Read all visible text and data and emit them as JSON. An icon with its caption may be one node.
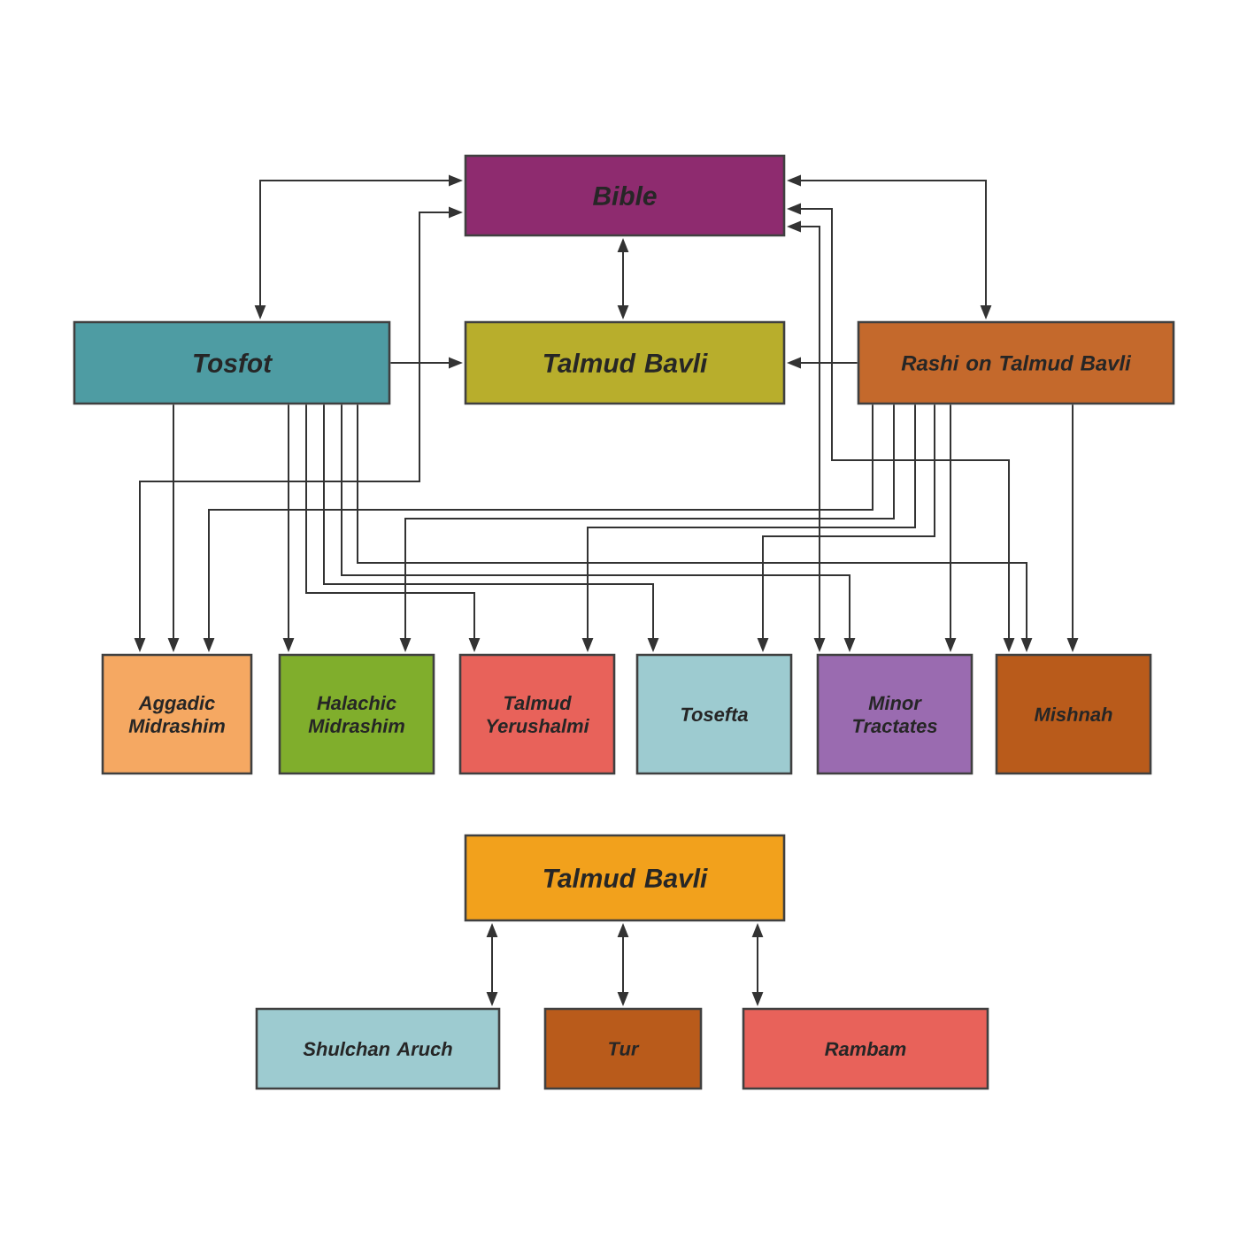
{
  "diagram": {
    "nodes": [
      {
        "text": [
          "Bible"
        ]
      },
      {
        "text": [
          "Tosfot"
        ]
      },
      {
        "text": [
          "Talmud Bavli"
        ]
      },
      {
        "text": [
          "Rashi on Talmud Bavli"
        ]
      },
      {
        "text": [
          "Aggadic Midrashim"
        ]
      },
      {
        "text": [
          "Halachic Midrashim"
        ]
      },
      {
        "text": [
          "Talmud Yerushalmi"
        ]
      },
      {
        "text": [
          "Tosefta"
        ]
      },
      {
        "text": [
          "Minor Tractates"
        ]
      },
      {
        "text": [
          "Mishnah"
        ]
      },
      {
        "text": [
          "Talmud Bavli"
        ]
      },
      {
        "text": [
          "Shulchan Aruch"
        ]
      },
      {
        "text": [
          "Tur"
        ]
      },
      {
        "text": [
          "Rambam"
        ]
      }
    ],
    "edges": [
      {
        "from": 1,
        "to": 0,
        "arrow": "both"
      },
      {
        "from": 0,
        "to": 2,
        "arrow": "both"
      },
      {
        "from": 3,
        "to": 0,
        "arrow": "both"
      },
      {
        "from": 1,
        "to": 2,
        "arrow": "to"
      },
      {
        "from": 3,
        "to": 2,
        "arrow": "to"
      },
      {
        "from": 1,
        "to": 4,
        "arrow": "to"
      },
      {
        "from": 0,
        "to": 4,
        "arrow": "both"
      },
      {
        "from": 3,
        "to": 4,
        "arrow": "to"
      },
      {
        "from": 1,
        "to": 5,
        "arrow": "to"
      },
      {
        "from": 3,
        "to": 5,
        "arrow": "to"
      },
      {
        "from": 1,
        "to": 6,
        "arrow": "to"
      },
      {
        "from": 3,
        "to": 6,
        "arrow": "to"
      },
      {
        "from": 1,
        "to": 7,
        "arrow": "to"
      },
      {
        "from": 3,
        "to": 7,
        "arrow": "to"
      },
      {
        "from": 0,
        "to": 8,
        "arrow": "both"
      },
      {
        "from": 1,
        "to": 8,
        "arrow": "to"
      },
      {
        "from": 3,
        "to": 8,
        "arrow": "to"
      },
      {
        "from": 0,
        "to": 9,
        "arrow": "both"
      },
      {
        "from": 1,
        "to": 9,
        "arrow": "to"
      },
      {
        "from": 3,
        "to": 9,
        "arrow": "to"
      },
      {
        "from": 10,
        "to": 11,
        "arrow": "both"
      },
      {
        "from": 10,
        "to": 12,
        "arrow": "both"
      },
      {
        "from": 10,
        "to": 13,
        "arrow": "both"
      }
    ]
  }
}
